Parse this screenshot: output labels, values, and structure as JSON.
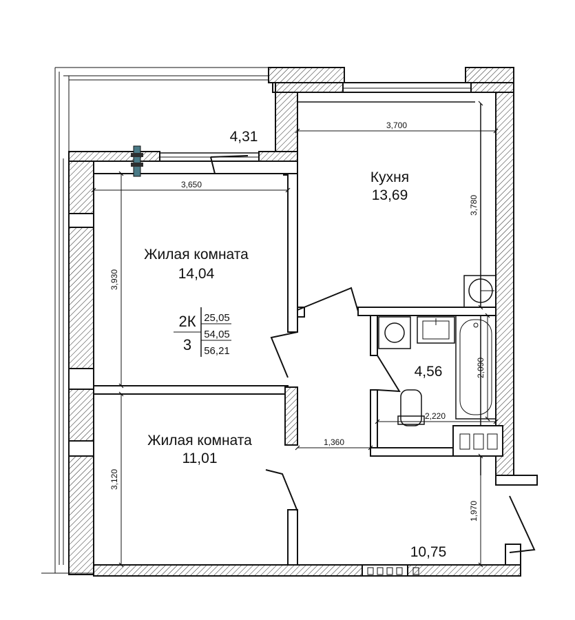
{
  "rooms": {
    "living_room_1": {
      "name": "Жилая комната",
      "area": "14,04"
    },
    "living_room_2": {
      "name": "Жилая комната",
      "area": "11,01"
    },
    "kitchen": {
      "name": "Кухня",
      "area": "13,69"
    },
    "balcony": {
      "area": "4,31"
    },
    "bathroom": {
      "area": "4,56"
    },
    "hallway": {
      "area": "10,75"
    }
  },
  "badge": {
    "type": "2К",
    "floor": "3",
    "living_area": "25,05",
    "total_area": "54,05",
    "total_with_balcony": "56,21"
  },
  "dimensions": {
    "kitchen_width": "3,700",
    "kitchen_depth": "3,780",
    "room1_width": "3,650",
    "room1_depth": "3,930",
    "room2_depth": "3,120",
    "bath_height": "2,090",
    "bath_width": "2,220",
    "corridor_width": "1,360",
    "hall_depth": "1,970"
  },
  "colors": {
    "line": "#111111",
    "background": "#ffffff",
    "accent_radiator": "#4a7a86"
  }
}
